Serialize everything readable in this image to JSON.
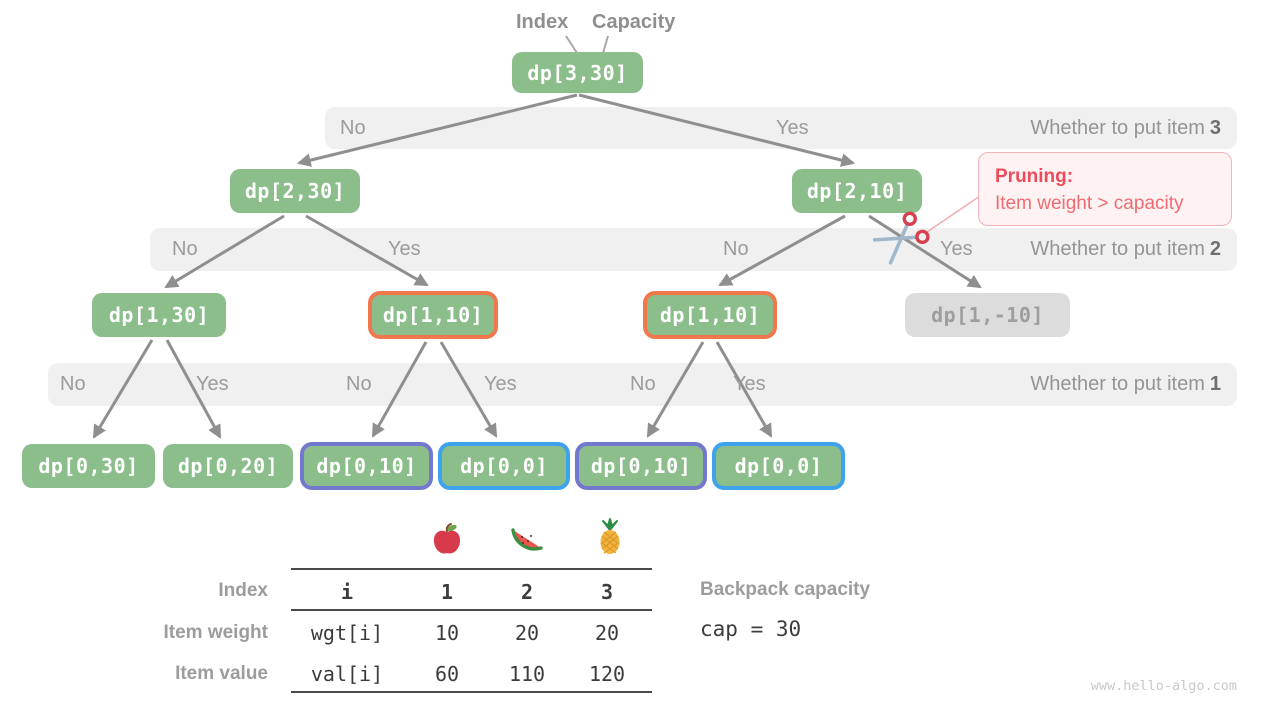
{
  "pointers": {
    "index": "Index",
    "capacity": "Capacity"
  },
  "nodes": {
    "n330": "dp[3,30]",
    "n230": "dp[2,30]",
    "n210": "dp[2,10]",
    "n130": "dp[1,30]",
    "n110a": "dp[1,10]",
    "n110b": "dp[1,10]",
    "n1m10": "dp[1,-10]",
    "n030": "dp[0,30]",
    "n020": "dp[0,20]",
    "n010a": "dp[0,10]",
    "n000a": "dp[0,0]",
    "n010b": "dp[0,10]",
    "n000b": "dp[0,0]"
  },
  "bands": [
    {
      "question": "Whether to put item",
      "item": "3",
      "choices": [
        "No",
        "Yes"
      ]
    },
    {
      "question": "Whether to put item",
      "item": "2",
      "choices": [
        "No",
        "Yes",
        "No",
        "Yes"
      ]
    },
    {
      "question": "Whether to put item",
      "item": "1",
      "choices": [
        "No",
        "Yes",
        "No",
        "Yes",
        "No",
        "Yes"
      ]
    }
  ],
  "pruning": {
    "title": "Pruning",
    "colon": ":",
    "detail": "Item weight > capacity"
  },
  "table": {
    "fruits": [
      "apple",
      "watermelon",
      "pineapple"
    ],
    "row_labels": [
      "Index",
      "Item weight",
      "Item value"
    ],
    "header": [
      "i",
      "1",
      "2",
      "3"
    ],
    "weight": [
      "wgt[i]",
      "10",
      "20",
      "20"
    ],
    "value": [
      "val[i]",
      "60",
      "110",
      "120"
    ]
  },
  "capacity": {
    "label": "Backpack capacity",
    "code": "cap = 30"
  },
  "watermark": "www.hello-algo.com",
  "colors": {
    "node_green": "#8bbe8b",
    "node_gray": "#dcdcdc",
    "border_orange": "#f0784c",
    "border_purple": "#7278ce",
    "border_blue": "#3fa2ec",
    "band_gray": "#f0f0f0",
    "arrow_gray": "#8f8f8f",
    "pruning_red": "#ec4c5c"
  }
}
